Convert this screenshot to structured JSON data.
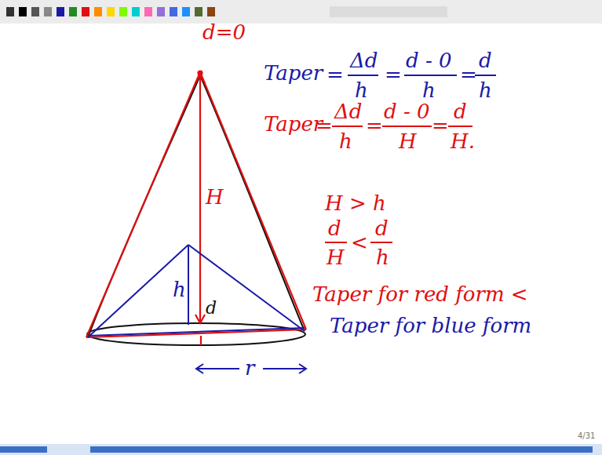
{
  "diagram": {
    "labels": [
      "d=0",
      "H",
      "h",
      "d",
      "r",
      "Taper",
      "=",
      "Δd",
      "h",
      "=",
      "d - 0",
      "h",
      "=",
      "d",
      "h",
      "Taper",
      "=",
      "Δd",
      "h",
      "=",
      "d - 0",
      "H",
      "=",
      "d",
      "H.",
      "H > h",
      "d",
      "H",
      "<",
      "d",
      "h",
      "Taper for red form <",
      "Taper for blue form",
      "4/31"
    ]
  }
}
